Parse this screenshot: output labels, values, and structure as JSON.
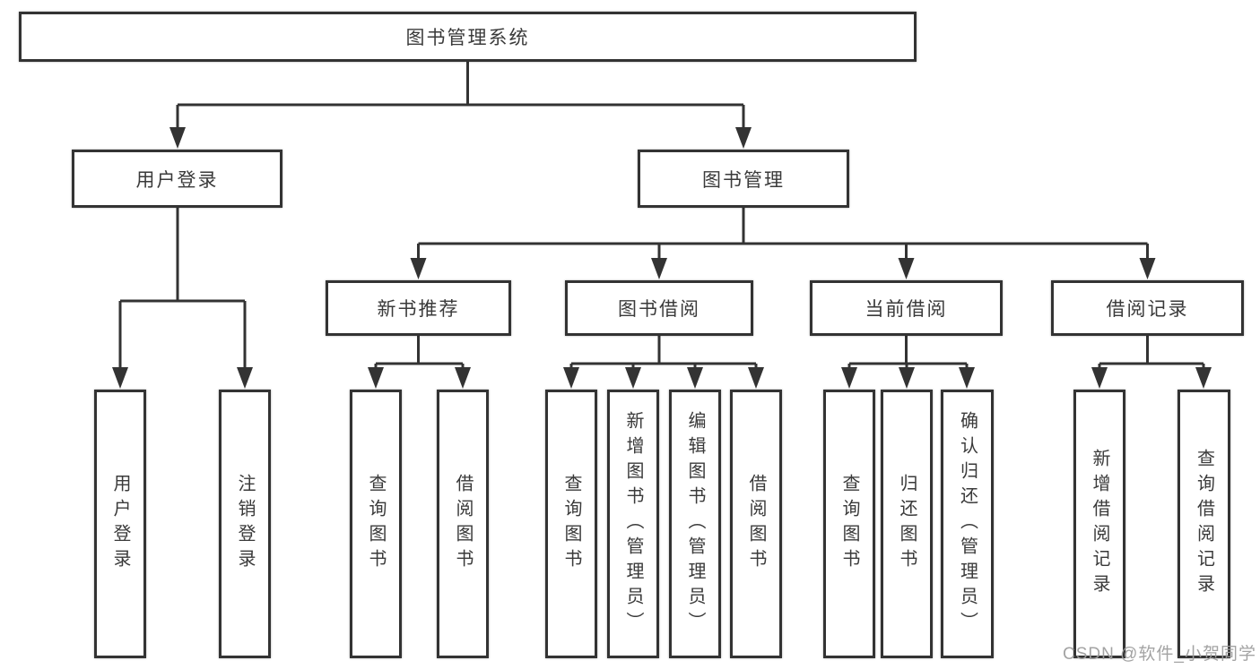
{
  "diagram": {
    "root": "图书管理系统",
    "user_login": {
      "label": "用户登录",
      "children": [
        "用户登录",
        "注销登录"
      ]
    },
    "book_mgmt": {
      "label": "图书管理",
      "sections": [
        {
          "label": "新书推荐",
          "children": [
            "查询图书",
            "借阅图书"
          ]
        },
        {
          "label": "图书借阅",
          "children": [
            "查询图书",
            "新增图书（管理员）",
            "编辑图书（管理员）",
            "借阅图书"
          ]
        },
        {
          "label": "当前借阅",
          "children": [
            "查询图书",
            "归还图书",
            "确认归还（管理员）"
          ]
        },
        {
          "label": "借阅记录",
          "children": [
            "新增借阅记录",
            "查询借阅记录"
          ]
        }
      ]
    }
  },
  "watermark": {
    "text": "CSDN @软件_小贺同学"
  },
  "colors": {
    "line": "#333333",
    "box_border": "#333333",
    "box_bg": "#ffffff",
    "text": "#3a3a3a",
    "watermark": "#9e9e9e"
  }
}
